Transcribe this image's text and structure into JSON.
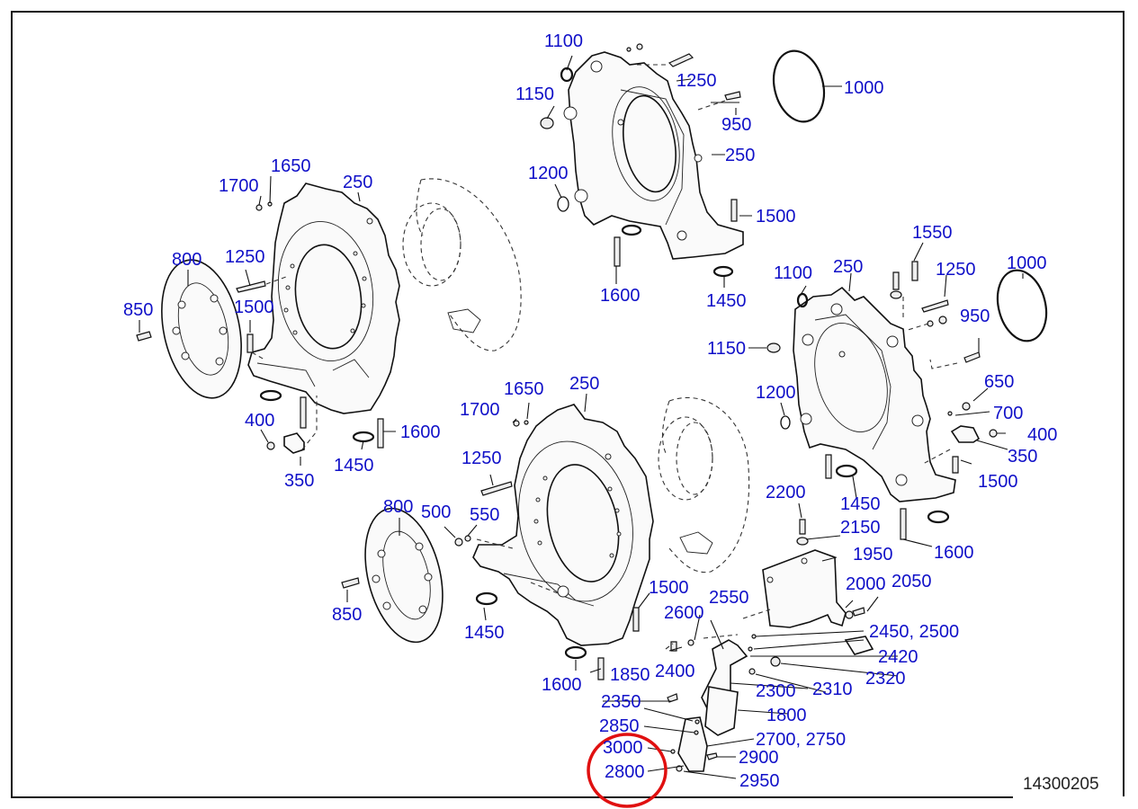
{
  "drawing": {
    "number": "14300205",
    "title_icon": "exploded-parts-diagram-icon",
    "highlight_color": "#e01010",
    "label_color": "#1010c8",
    "highlighted_labels": [
      "3000",
      "2800"
    ]
  },
  "groups": {
    "top_cover": {
      "labels": [
        "1100",
        "1150",
        "1200",
        "1250",
        "950",
        "250",
        "1500",
        "1600",
        "1450",
        "1000"
      ]
    },
    "left_housing": {
      "labels": [
        "1650",
        "1700",
        "250",
        "800",
        "1250",
        "850",
        "1500",
        "400",
        "350",
        "1450",
        "1600"
      ]
    },
    "right_cover": {
      "labels": [
        "1550",
        "1100",
        "250",
        "1250",
        "1000",
        "950",
        "1150",
        "650",
        "1200",
        "700",
        "400",
        "350",
        "1500",
        "1450",
        "1600"
      ]
    },
    "center_housing": {
      "labels": [
        "1650",
        "1700",
        "250",
        "1250",
        "800",
        "500",
        "550",
        "1450",
        "850",
        "1500",
        "1600"
      ]
    },
    "bracket_assembly": {
      "labels": [
        "2200",
        "2150",
        "1950",
        "2000",
        "2050",
        "2550",
        "2600",
        "2450, 2500",
        "2420",
        "2400",
        "1850",
        "2320",
        "2300",
        "2310",
        "2350",
        "1800",
        "2850",
        "2700, 2750",
        "3000",
        "2900",
        "2800",
        "2950"
      ]
    }
  }
}
